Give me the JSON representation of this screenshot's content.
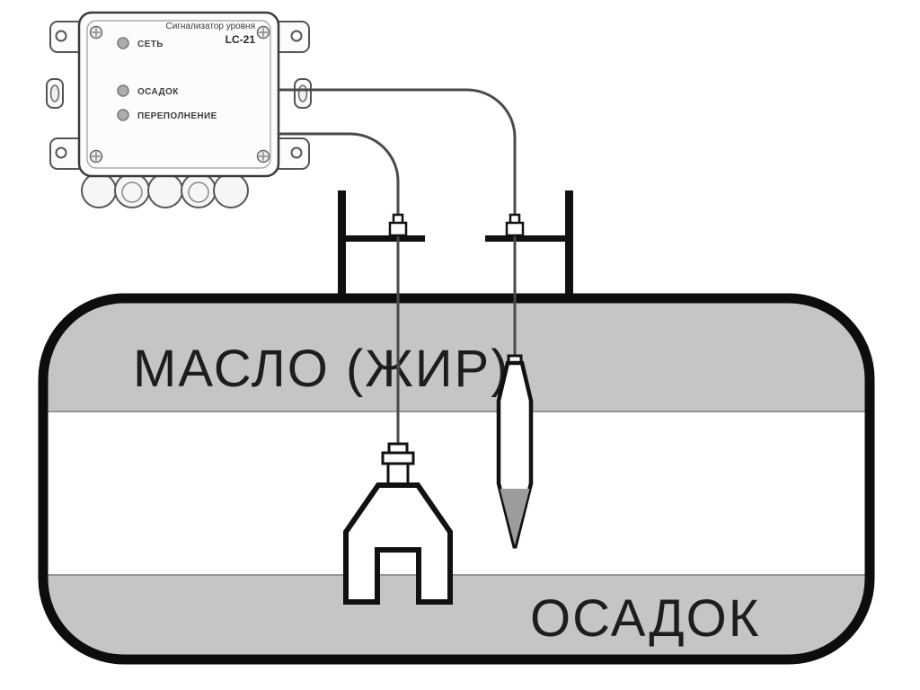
{
  "device": {
    "title": "Сигнализатор уровня",
    "model": "LC-21",
    "leds": [
      {
        "label": "СЕТЬ"
      },
      {
        "label": "ОСАДОК"
      },
      {
        "label": "ПЕРЕПОЛНЕНИЕ"
      }
    ]
  },
  "tank": {
    "top_zone_label": "МАСЛО (ЖИР)",
    "bottom_zone_label": "ОСАДОК"
  },
  "icons": {
    "led": "status-led-circle",
    "screw": "phillips-screw",
    "gland": "cable-gland"
  },
  "colors": {
    "zone_gray": "#c5c5c5",
    "tank_outline": "#0d0d0d",
    "cable": "#4a4a4a",
    "label_text": "#1d1d1d",
    "led_gray": "#adadad"
  }
}
